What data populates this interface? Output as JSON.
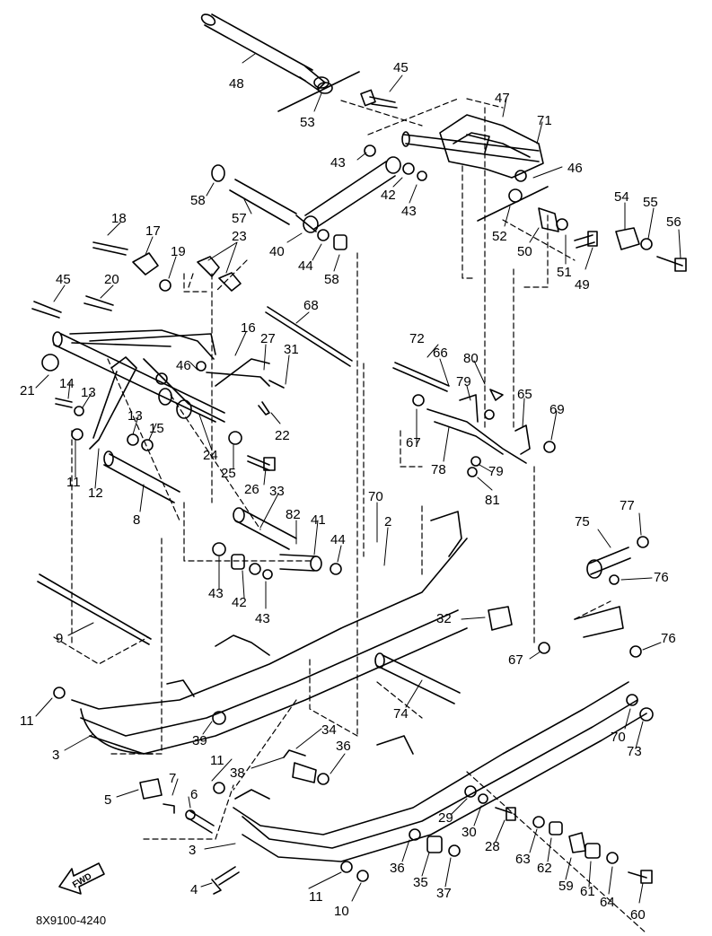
{
  "figure_code": "8X9100-4240",
  "fwd_label": "FWD",
  "callouts": [
    {
      "id": "c48",
      "text": "48"
    },
    {
      "id": "c53",
      "text": "53"
    },
    {
      "id": "c45a",
      "text": "45"
    },
    {
      "id": "c47",
      "text": "47"
    },
    {
      "id": "c71",
      "text": "71"
    },
    {
      "id": "c43a",
      "text": "43"
    },
    {
      "id": "c42a",
      "text": "42"
    },
    {
      "id": "c43b",
      "text": "43"
    },
    {
      "id": "c46a",
      "text": "46"
    },
    {
      "id": "c58a",
      "text": "58"
    },
    {
      "id": "c57",
      "text": "57"
    },
    {
      "id": "c40",
      "text": "40"
    },
    {
      "id": "c44a",
      "text": "44"
    },
    {
      "id": "c58b",
      "text": "58"
    },
    {
      "id": "c52",
      "text": "52"
    },
    {
      "id": "c50",
      "text": "50"
    },
    {
      "id": "c51",
      "text": "51"
    },
    {
      "id": "c49",
      "text": "49"
    },
    {
      "id": "c54",
      "text": "54"
    },
    {
      "id": "c55",
      "text": "55"
    },
    {
      "id": "c56",
      "text": "56"
    },
    {
      "id": "c18",
      "text": "18"
    },
    {
      "id": "c17",
      "text": "17"
    },
    {
      "id": "c19",
      "text": "19"
    },
    {
      "id": "c23",
      "text": "23"
    },
    {
      "id": "c45b",
      "text": "45"
    },
    {
      "id": "c20",
      "text": "20"
    },
    {
      "id": "c68",
      "text": "68"
    },
    {
      "id": "c16",
      "text": "16"
    },
    {
      "id": "c27",
      "text": "27"
    },
    {
      "id": "c31",
      "text": "31"
    },
    {
      "id": "c46b",
      "text": "46"
    },
    {
      "id": "c72",
      "text": "72"
    },
    {
      "id": "c66",
      "text": "66"
    },
    {
      "id": "c80",
      "text": "80"
    },
    {
      "id": "c79a",
      "text": "79"
    },
    {
      "id": "c65",
      "text": "65"
    },
    {
      "id": "c69",
      "text": "69"
    },
    {
      "id": "c21",
      "text": "21"
    },
    {
      "id": "c14",
      "text": "14"
    },
    {
      "id": "c13a",
      "text": "13"
    },
    {
      "id": "c22",
      "text": "22"
    },
    {
      "id": "c67a",
      "text": "67"
    },
    {
      "id": "c78",
      "text": "78"
    },
    {
      "id": "c79b",
      "text": "79"
    },
    {
      "id": "c81",
      "text": "81"
    },
    {
      "id": "c13b",
      "text": "13"
    },
    {
      "id": "c15",
      "text": "15"
    },
    {
      "id": "c24",
      "text": "24"
    },
    {
      "id": "c25",
      "text": "25"
    },
    {
      "id": "c26",
      "text": "26"
    },
    {
      "id": "c11a",
      "text": "11"
    },
    {
      "id": "c12",
      "text": "12"
    },
    {
      "id": "c33",
      "text": "33"
    },
    {
      "id": "c82",
      "text": "82"
    },
    {
      "id": "c41",
      "text": "41"
    },
    {
      "id": "c70a",
      "text": "70"
    },
    {
      "id": "c2",
      "text": "2"
    },
    {
      "id": "c8",
      "text": "8"
    },
    {
      "id": "c44b",
      "text": "44"
    },
    {
      "id": "c77",
      "text": "77"
    },
    {
      "id": "c75",
      "text": "75"
    },
    {
      "id": "c76a",
      "text": "76"
    },
    {
      "id": "c43c",
      "text": "43"
    },
    {
      "id": "c42b",
      "text": "42"
    },
    {
      "id": "c43d",
      "text": "43"
    },
    {
      "id": "c9",
      "text": "9"
    },
    {
      "id": "c32",
      "text": "32"
    },
    {
      "id": "c67b",
      "text": "67"
    },
    {
      "id": "c76b",
      "text": "76"
    },
    {
      "id": "c11b",
      "text": "11"
    },
    {
      "id": "c74",
      "text": "74"
    },
    {
      "id": "c3a",
      "text": "3"
    },
    {
      "id": "c39",
      "text": "39"
    },
    {
      "id": "c70b",
      "text": "70"
    },
    {
      "id": "c73",
      "text": "73"
    },
    {
      "id": "c34",
      "text": "34"
    },
    {
      "id": "c11c",
      "text": "11"
    },
    {
      "id": "c38",
      "text": "38"
    },
    {
      "id": "c36a",
      "text": "36"
    },
    {
      "id": "c7",
      "text": "7"
    },
    {
      "id": "c5",
      "text": "5"
    },
    {
      "id": "c6",
      "text": "6"
    },
    {
      "id": "c29",
      "text": "29"
    },
    {
      "id": "c30",
      "text": "30"
    },
    {
      "id": "c28",
      "text": "28"
    },
    {
      "id": "c63",
      "text": "63"
    },
    {
      "id": "c62",
      "text": "62"
    },
    {
      "id": "c3b",
      "text": "3"
    },
    {
      "id": "c36b",
      "text": "36"
    },
    {
      "id": "c35",
      "text": "35"
    },
    {
      "id": "c37",
      "text": "37"
    },
    {
      "id": "c59",
      "text": "59"
    },
    {
      "id": "c61",
      "text": "61"
    },
    {
      "id": "c64",
      "text": "64"
    },
    {
      "id": "c4",
      "text": "4"
    },
    {
      "id": "c11d",
      "text": "11"
    },
    {
      "id": "c10",
      "text": "10"
    },
    {
      "id": "c60",
      "text": "60"
    }
  ]
}
